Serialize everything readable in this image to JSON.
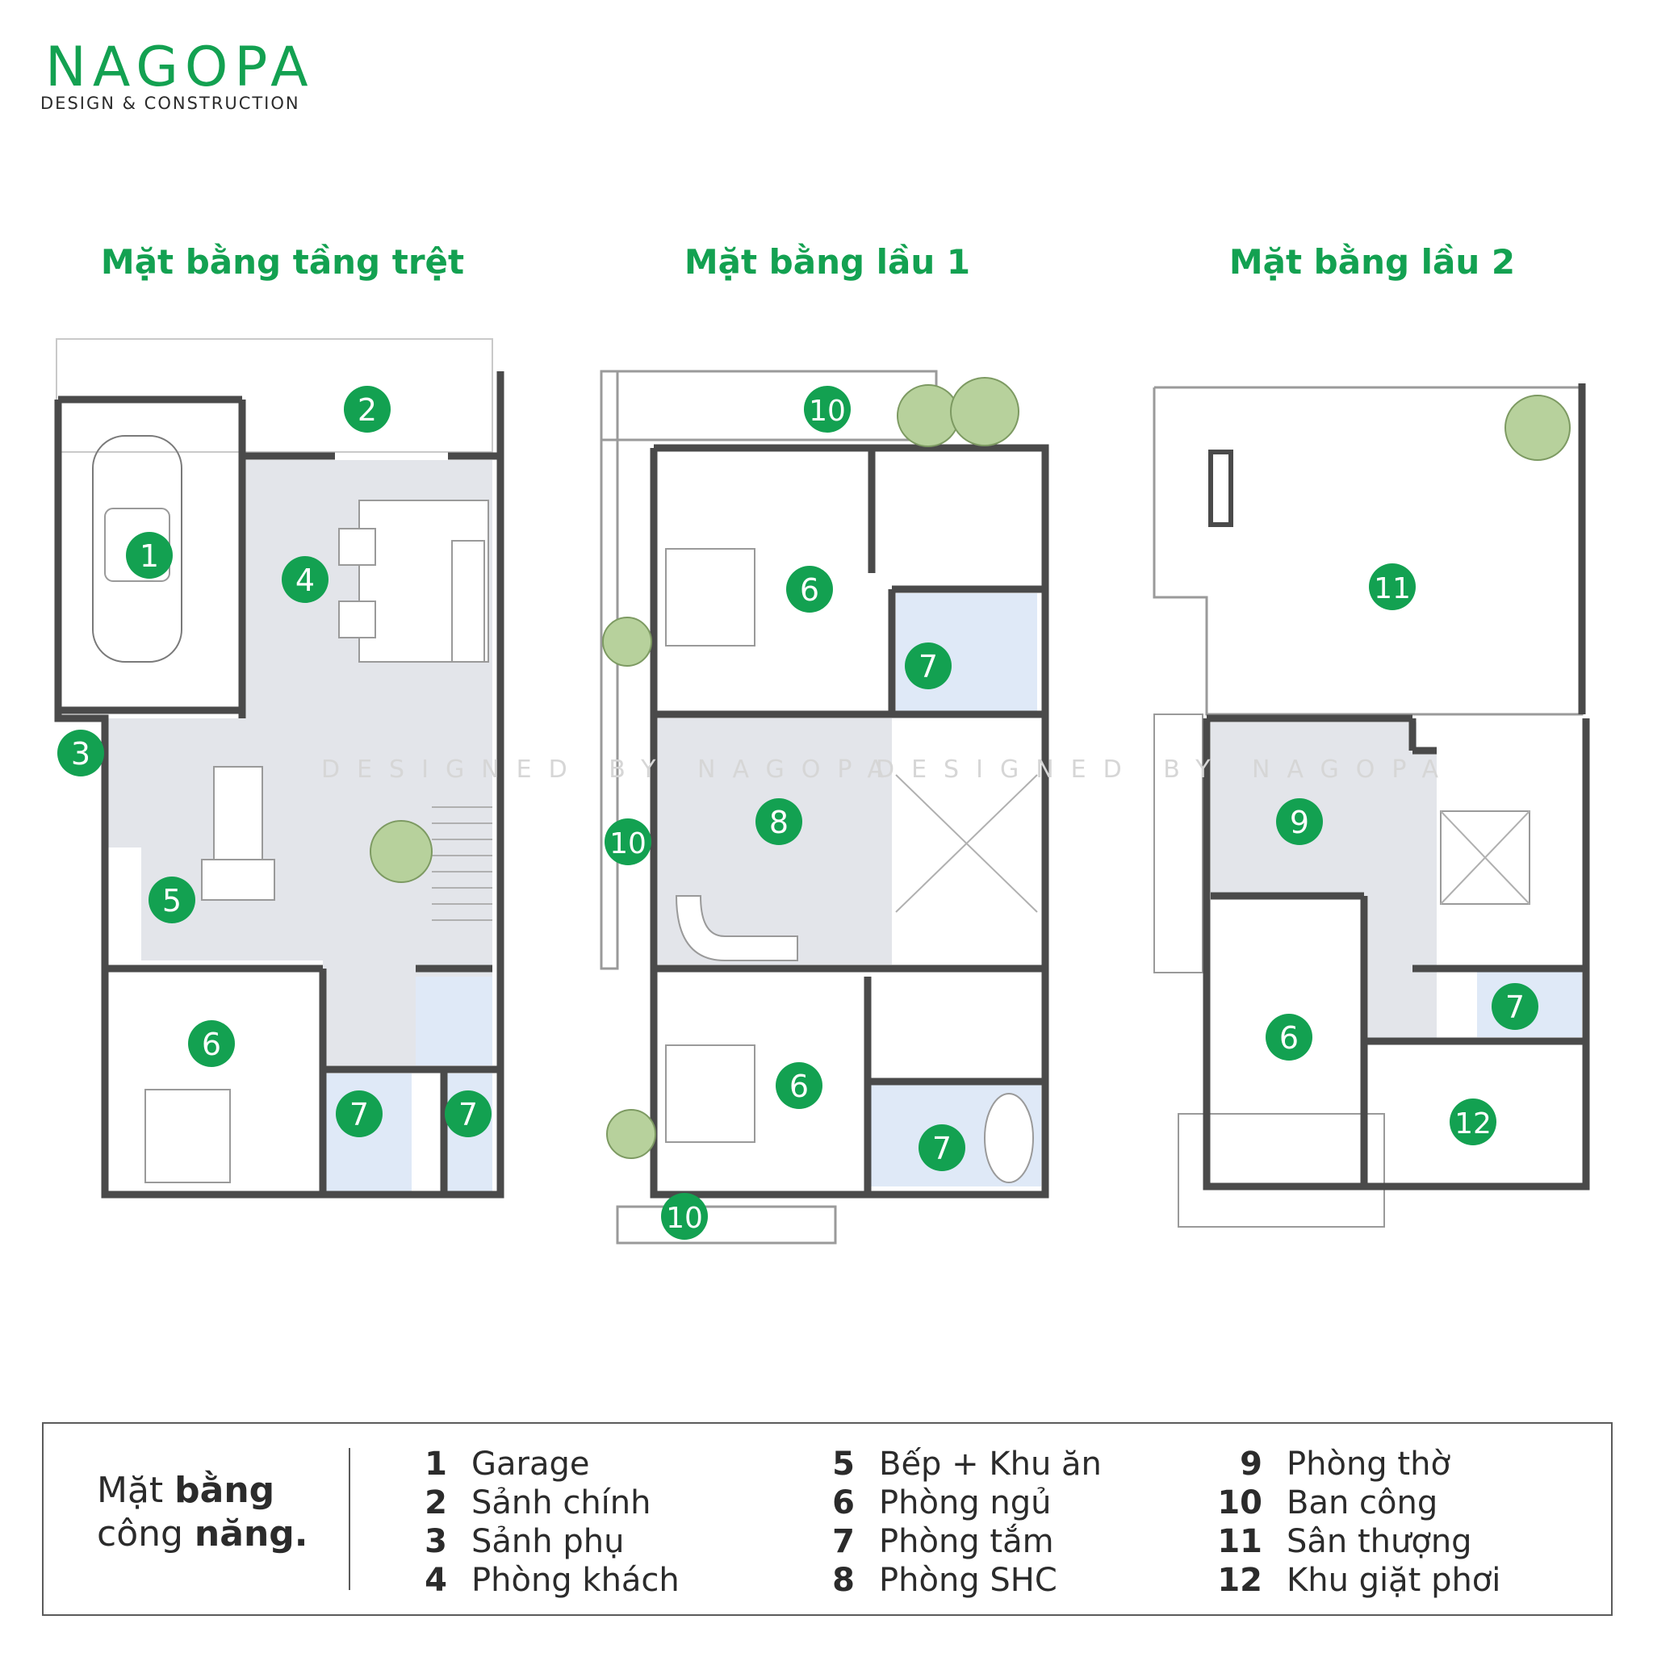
{
  "brand": {
    "name": "NAGOPA",
    "tagline": "DESIGN & CONSTRUCTION",
    "accent_color": "#13a151"
  },
  "plans": [
    {
      "title": "Mặt bằng tầng trệt",
      "markers": [
        "1",
        "2",
        "3",
        "4",
        "5",
        "6",
        "7",
        "7"
      ]
    },
    {
      "title": "Mặt bằng lầu 1",
      "markers": [
        "10",
        "6",
        "7",
        "10",
        "8",
        "6",
        "7",
        "10"
      ]
    },
    {
      "title": "Mặt bằng lầu 2",
      "markers": [
        "11",
        "9",
        "7",
        "6",
        "12"
      ]
    }
  ],
  "watermark": [
    "DESIGNED BY NAGOPA",
    "DESIGNED BY NAGOPA"
  ],
  "legend": {
    "title_light_1": "Mặt ",
    "title_bold_1": "bằng",
    "title_light_2": "công ",
    "title_bold_2": "năng.",
    "columns": [
      [
        {
          "num": "1",
          "label": "Garage"
        },
        {
          "num": "2",
          "label": "Sảnh chính"
        },
        {
          "num": "3",
          "label": "Sảnh phụ"
        },
        {
          "num": "4",
          "label": "Phòng khách"
        }
      ],
      [
        {
          "num": "5",
          "label": "Bếp + Khu ăn"
        },
        {
          "num": "6",
          "label": "Phòng ngủ"
        },
        {
          "num": "7",
          "label": "Phòng tắm"
        },
        {
          "num": "8",
          "label": "Phòng SHC"
        }
      ],
      [
        {
          "num": "9",
          "label": "Phòng thờ"
        },
        {
          "num": "10",
          "label": "Ban công"
        },
        {
          "num": "11",
          "label": "Sân thượng"
        },
        {
          "num": "12",
          "label": "Khu giặt phơi"
        }
      ]
    ]
  }
}
